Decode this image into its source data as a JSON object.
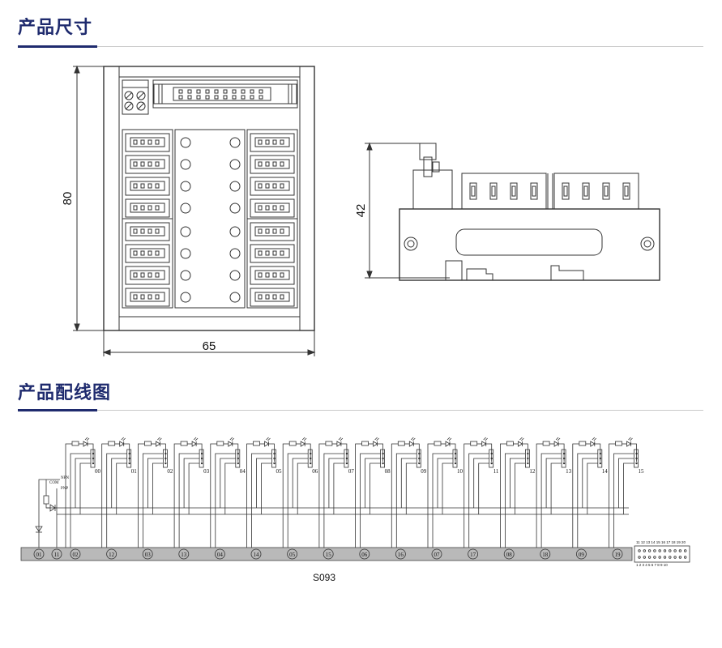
{
  "sections": {
    "dimensions_title": "产品尺寸",
    "wiring_title": "产品配线图"
  },
  "dimensions": {
    "height_label": "80",
    "width_label": "65",
    "side_height_label": "42"
  },
  "wiring": {
    "channels": [
      "00",
      "01",
      "02",
      "03",
      "04",
      "05",
      "06",
      "07",
      "08",
      "09",
      "10",
      "11",
      "12",
      "13",
      "14",
      "15"
    ],
    "terminals": [
      "01",
      "11",
      "02",
      "12",
      "03",
      "13",
      "04",
      "14",
      "05",
      "15",
      "06",
      "16",
      "07",
      "17",
      "08",
      "18",
      "09",
      "19"
    ],
    "left_labels": [
      "NPN",
      "COM",
      "PNP"
    ],
    "connector_top_numbers": "11 12 13 14 15 16 17 18 19 20",
    "connector_bottom_numbers": "1 2 3 4 5 6 7 8 9 10",
    "model": "S093"
  },
  "colors": {
    "title": "#1f2b6e",
    "terminal_strip": "#b9b9b9",
    "line": "#333333"
  }
}
